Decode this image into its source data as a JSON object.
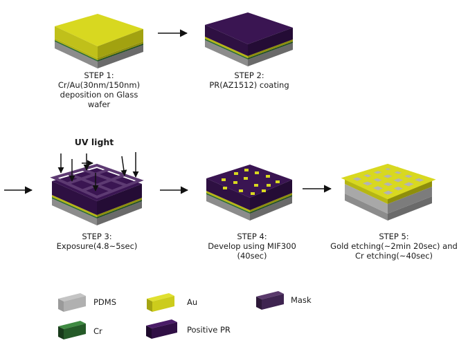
{
  "colors": {
    "gold": "#d4d41c",
    "gold_side": "#9e9e10",
    "gold_dark": "#7a7a08",
    "chrome_green": "#2f6b32",
    "pdms_top": "#b4b4b4",
    "pdms_side": "#8c8c8c",
    "pdms_dark": "#6a6a6a",
    "positive_pr": "#3a1552",
    "mask": "#4a2a5c",
    "arrow": "#111111"
  },
  "steps": [
    {
      "title": "STEP 1:",
      "lines": [
        "Cr/Au(30nm/150nm)",
        "deposition  on Glass",
        "wafer"
      ]
    },
    {
      "title": "STEP 2:",
      "lines": [
        "PR(AZ1512)  coating"
      ]
    },
    {
      "title": "STEP 3:",
      "lines": [
        "Exposure(4.8~5sec)"
      ]
    },
    {
      "title": "STEP 4:",
      "lines": [
        "Develop using MIF300",
        "(40sec)"
      ]
    },
    {
      "title": "STEP 5:",
      "lines": [
        "Gold etching(~2min  20sec) and",
        "Cr etching(~40sec)"
      ]
    }
  ],
  "uv_label": "UV light",
  "legend": [
    {
      "label": "PDMS",
      "icon": "pdms-block-icon"
    },
    {
      "label": "Au",
      "icon": "gold-block-icon"
    },
    {
      "label": "Mask",
      "icon": "mask-block-icon"
    },
    {
      "label": "Cr",
      "icon": "chrome-block-icon"
    },
    {
      "label": "Positive PR",
      "icon": "positive-pr-block-icon"
    }
  ]
}
